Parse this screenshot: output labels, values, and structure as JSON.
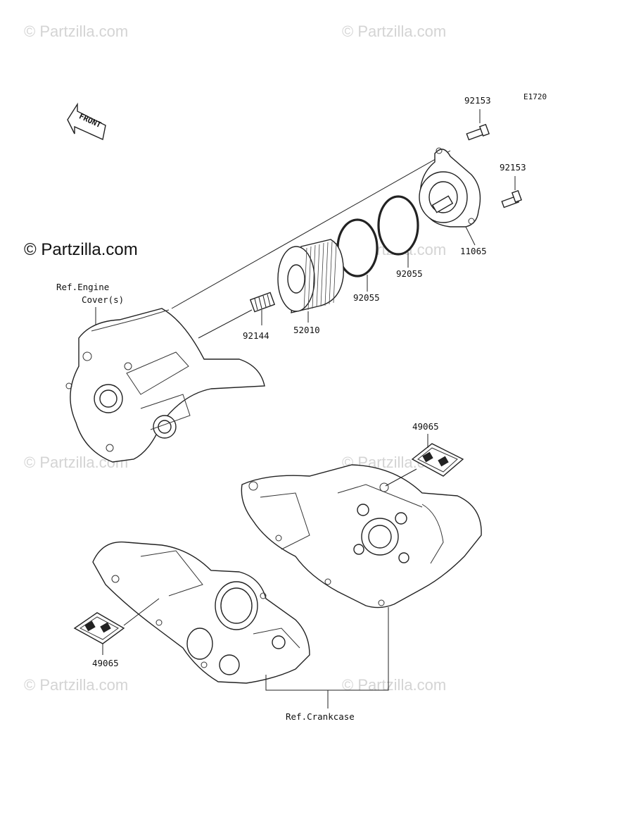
{
  "diagram": {
    "code": "E1720",
    "front_label": "FRONT",
    "watermark": "© Partzilla.com",
    "watermarks": [
      "© Partzilla.com",
      "© Partzilla.com",
      "© Partzilla.com",
      "© Partzilla.com",
      "© Partzilla.com",
      "© Partzilla.com",
      "© Partzilla.com"
    ],
    "parts": {
      "bolt_top": "92153",
      "bolt_right": "92153",
      "oil_filter_cover": "11065",
      "oring_outer": "92055",
      "oring_inner": "92055",
      "oil_filter": "52010",
      "spring": "92144",
      "label_right": "49065",
      "label_left": "49065"
    },
    "refs": {
      "engine_cover_line1": "Ref.Engine",
      "engine_cover_line2": "Cover(s)",
      "crankcase": "Ref.Crankcase"
    }
  }
}
